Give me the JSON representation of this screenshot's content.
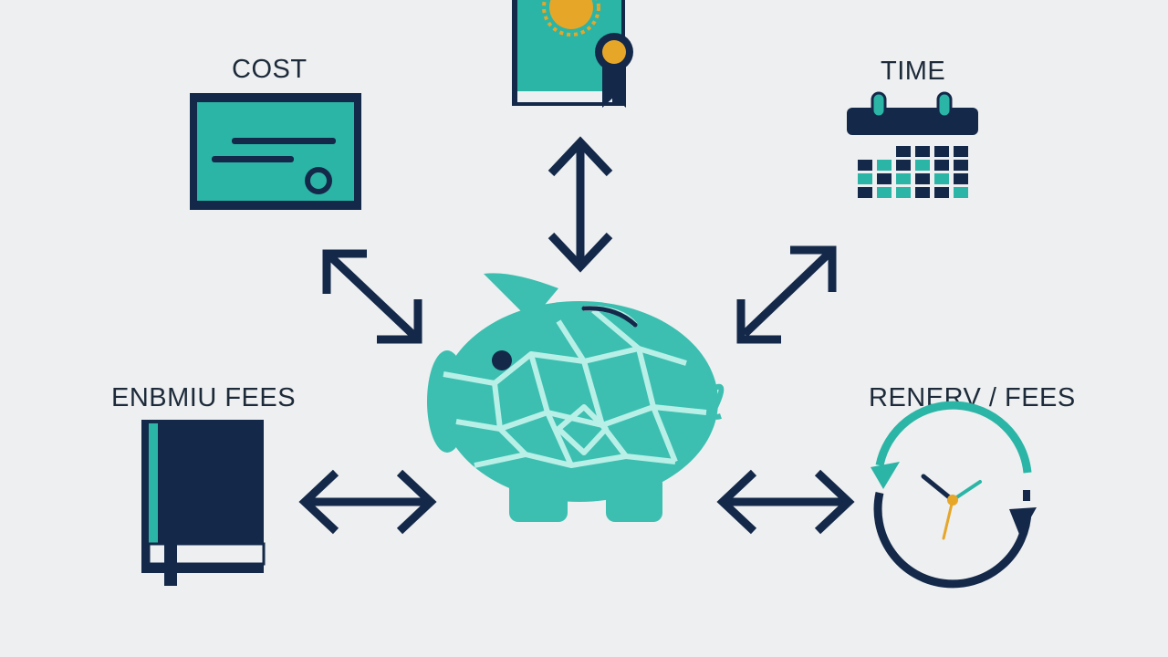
{
  "labels": {
    "cost": "COST",
    "time": "TIME",
    "left_fees": "ENBMIU FEES",
    "right_fees": "RENERV / FEES"
  },
  "colors": {
    "background": "#eeeff0",
    "navy": "#14294a",
    "teal": "#2bb5a6",
    "light_teal": "#5fd6c8",
    "gold": "#e6a628"
  },
  "icons": {
    "certificate": "certificate-icon",
    "diploma_book": "diploma-book-icon",
    "calendar": "calendar-icon",
    "book": "book-icon",
    "renewal_clock": "renewal-clock-icon",
    "piggy_bank": "piggy-bank-icon"
  }
}
